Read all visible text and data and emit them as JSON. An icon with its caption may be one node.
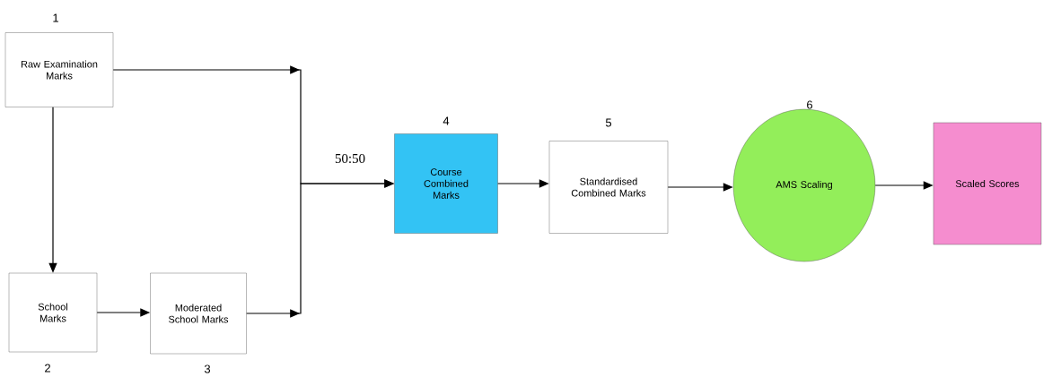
{
  "diagram": {
    "nodes": [
      {
        "text": [
          "Raw Examination Marks"
        ],
        "beside": [
          "1"
        ]
      },
      {
        "text": [
          "School Marks"
        ],
        "beside": [
          "2"
        ]
      },
      {
        "text": [
          "Moderated School Marks"
        ],
        "beside": [
          "3"
        ]
      },
      {
        "text": [
          "Course Combined Marks"
        ],
        "beside": [
          "4"
        ]
      },
      {
        "text": [
          "Standardised Combined Marks"
        ],
        "beside": [
          "5"
        ]
      },
      {
        "text": [
          "AMS Scaling"
        ],
        "beside": [
          "6"
        ]
      },
      {
        "text": [
          "Scaled Scores"
        ]
      }
    ],
    "edges": [
      {
        "from": 0,
        "to": 3,
        "arrow": "to",
        "label": "50:50"
      },
      {
        "from": 2,
        "to": 3,
        "arrow": "to"
      },
      {
        "from": 0,
        "to": 1,
        "arrow": "to"
      },
      {
        "from": 1,
        "to": 2,
        "arrow": "to"
      },
      {
        "from": 3,
        "to": 4,
        "arrow": "to"
      },
      {
        "from": 4,
        "to": 5,
        "arrow": "to"
      },
      {
        "from": 5,
        "to": 6,
        "arrow": "to"
      }
    ]
  }
}
